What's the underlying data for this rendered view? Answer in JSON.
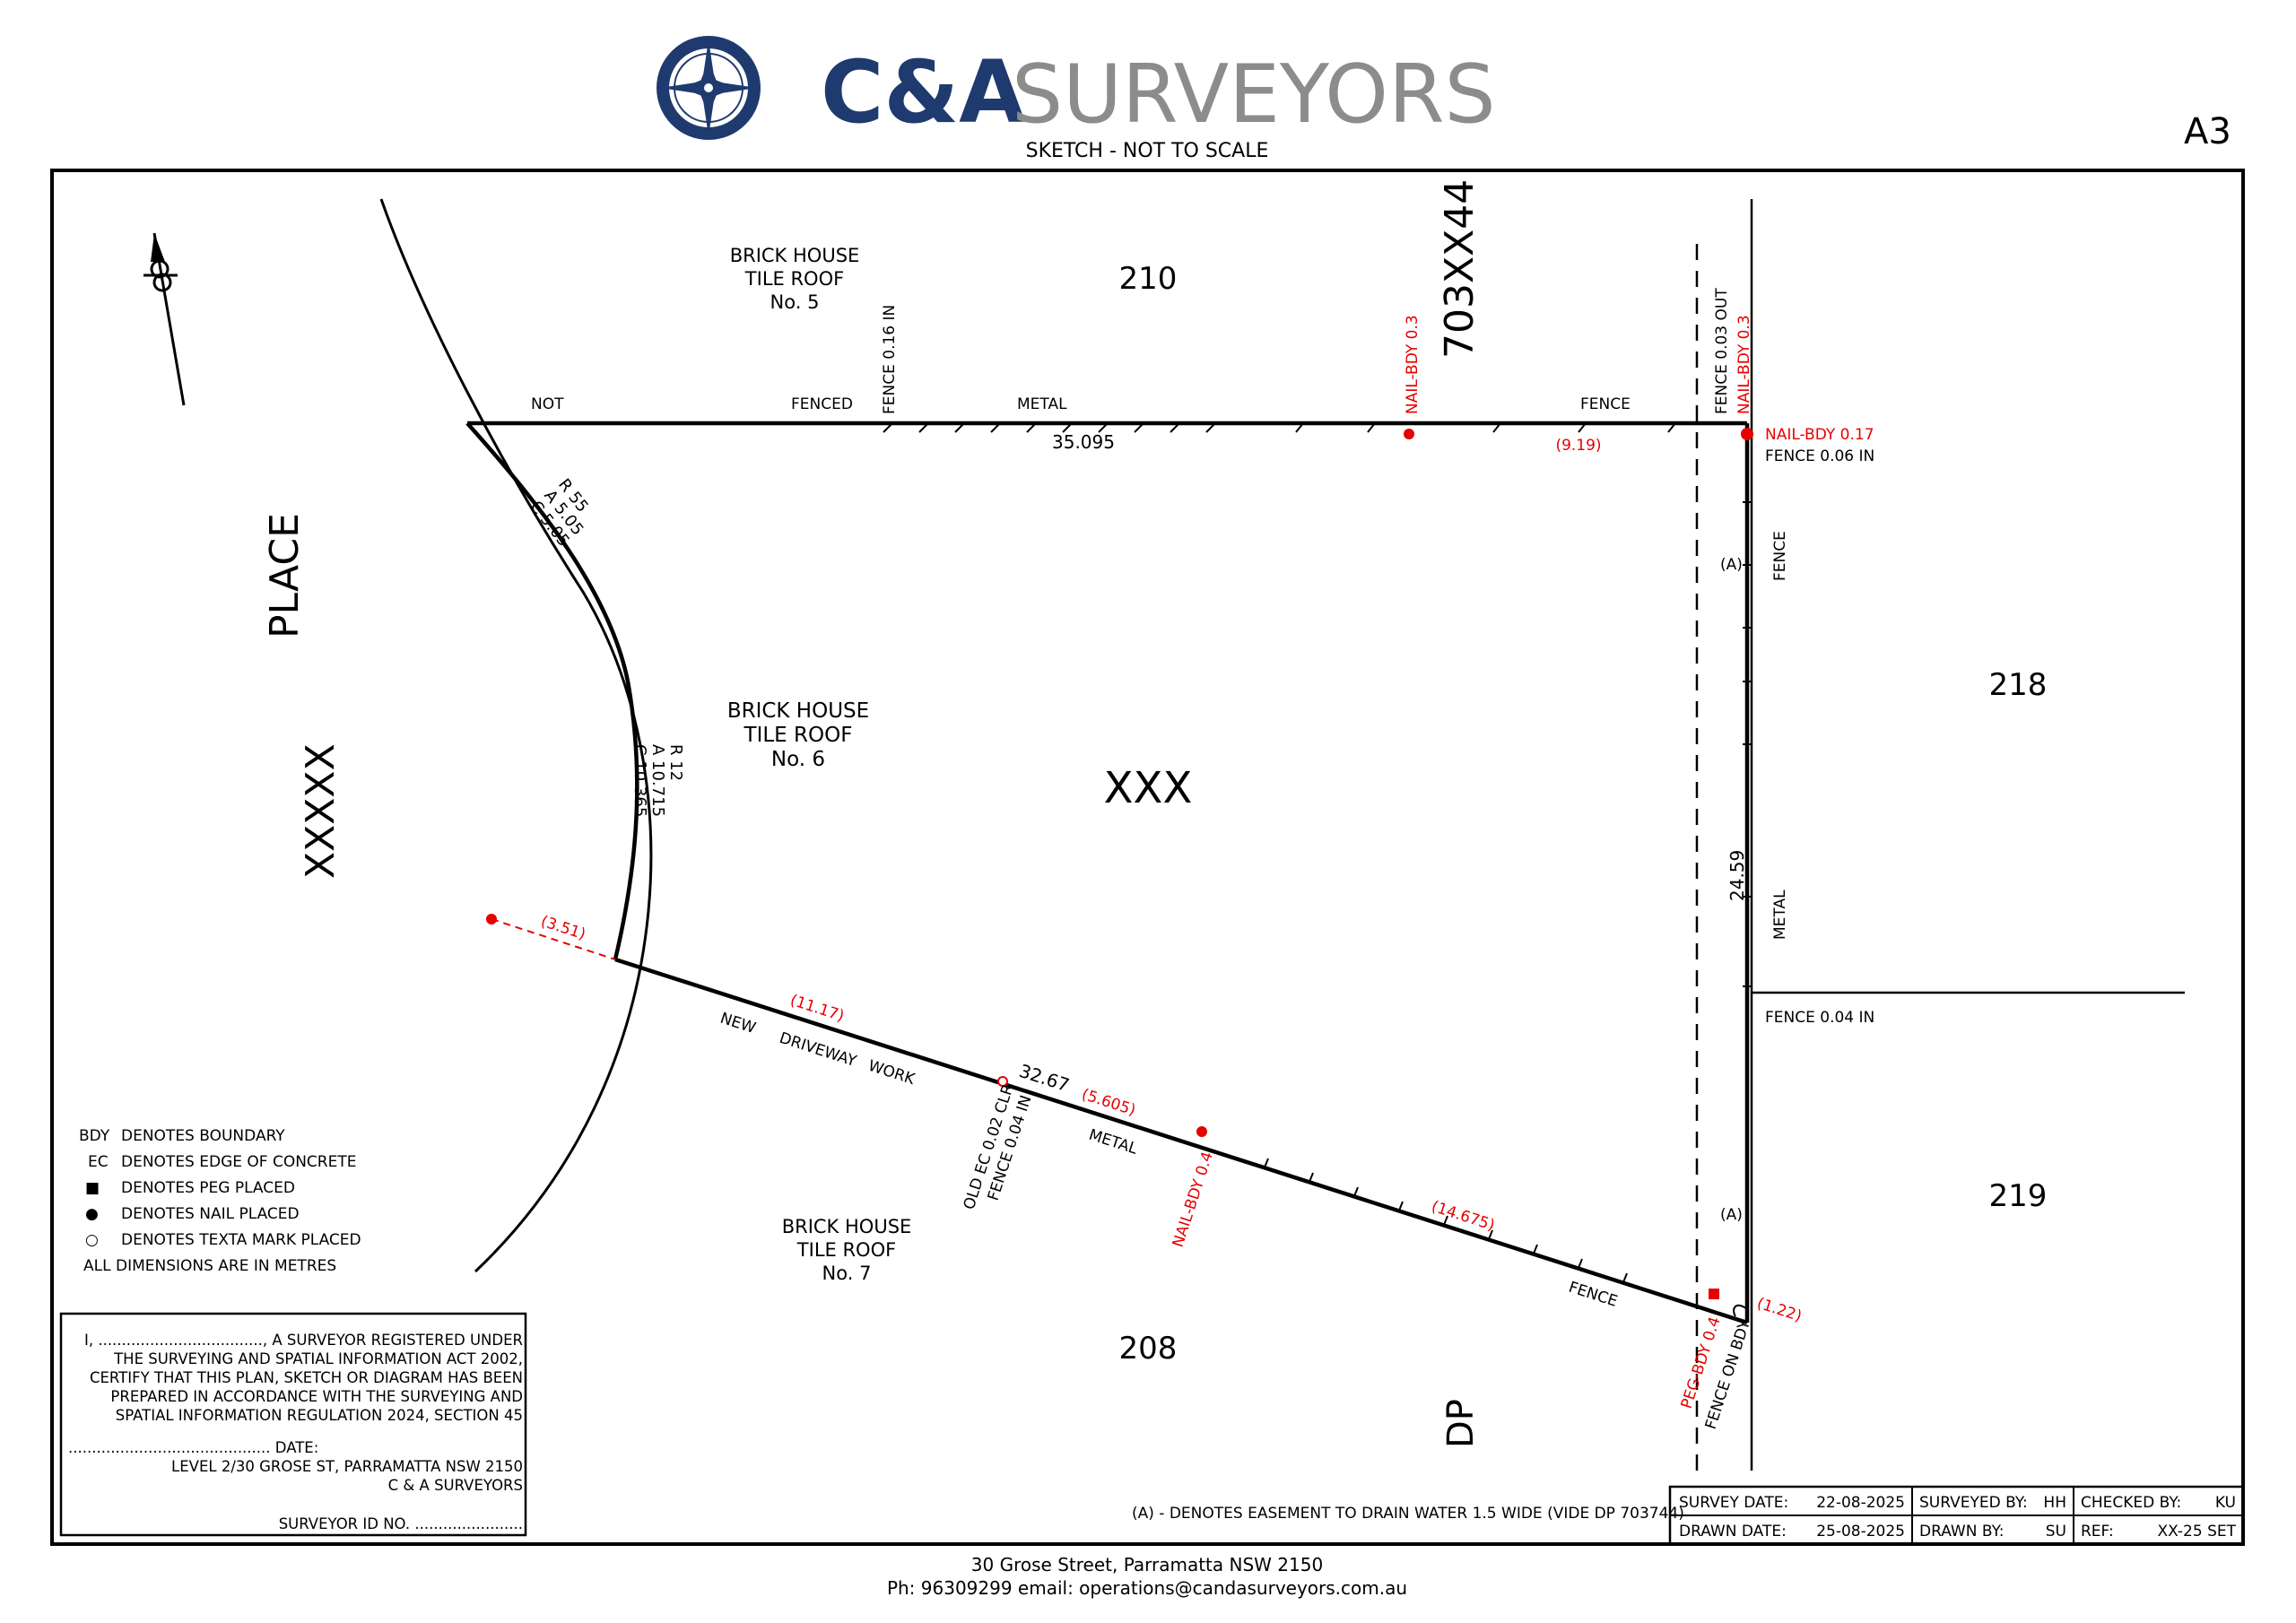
{
  "header": {
    "brand_bold": "C&A",
    "brand_light": "SURVEYORS",
    "subtitle": "SKETCH - NOT TO SCALE",
    "sheet_size": "A3"
  },
  "colors": {
    "brand_navy": "#1f3a6e",
    "brand_grey": "#8c8c8c",
    "ink": "#000000",
    "annotation_red": "#e60000"
  },
  "icons": {
    "logo": "compass-rose-logo",
    "north_arrow": "north-arrow-icon"
  },
  "plan": {
    "lots": {
      "top": "210",
      "centre": "XXX",
      "right_upper": "218",
      "right_lower": "219",
      "bottom": "208"
    },
    "dp_top": "703XX44",
    "dp_bottom": "DP",
    "street": {
      "line1": "PLACE",
      "line2": "XXXXX"
    },
    "houses": [
      {
        "lines": [
          "BRICK HOUSE",
          "TILE ROOF",
          "No. 5"
        ]
      },
      {
        "lines": [
          "BRICK HOUSE",
          "TILE ROOF",
          "No. 6"
        ]
      },
      {
        "lines": [
          "BRICK HOUSE",
          "TILE ROOF",
          "No. 7"
        ]
      }
    ],
    "top_boundary": {
      "distance": "35.095",
      "labels": [
        "NOT",
        "FENCED",
        "METAL",
        "FENCE"
      ],
      "fence_offset": "FENCE 0.16 IN",
      "nail_mid": "NAIL-BDY 0.3",
      "red_distance": "(9.19)",
      "fence_out": "FENCE 0.03 OUT",
      "nail_corner": "NAIL-BDY 0.3"
    },
    "corner_ne": {
      "nail": "NAIL-BDY 0.17",
      "fence": "FENCE 0.06 IN"
    },
    "arc_top": {
      "r": "R 55",
      "a": "A 5.05",
      "c": "C 5.05"
    },
    "arc_main": {
      "r": "R 12",
      "a": "A 10.715",
      "c": "C 10.365"
    },
    "right_boundary": {
      "distance": "24.59",
      "fence_label": "FENCE",
      "metal_label": "METAL",
      "easement_top": "(A)",
      "easement_bottom": "(A)",
      "fence_offset": "FENCE 0.04 IN"
    },
    "bottom_boundary": {
      "distance": "32.67",
      "red_tie": "(3.51)",
      "red_1": "(11.17)",
      "red_2": "(5.605)",
      "red_3": "(14.675)",
      "red_4": "(1.22)",
      "driveway": [
        "NEW",
        "DRIVEWAY",
        "WORK"
      ],
      "old_ec": "OLD EC 0.02 CLR",
      "fence_in": "FENCE 0.04 IN",
      "metal": "METAL",
      "nail": "NAIL-BDY 0.4",
      "fence": "FENCE",
      "peg": "PEG-BDY 0.4",
      "fence_on_bdy": "FENCE ON BDY"
    }
  },
  "legend": [
    {
      "key": "BDY",
      "text": "DENOTES BOUNDARY"
    },
    {
      "key": "EC",
      "text": "DENOTES EDGE OF CONCRETE"
    },
    {
      "key": "■",
      "text": "DENOTES PEG PLACED"
    },
    {
      "key": "●",
      "text": "DENOTES NAIL PLACED"
    },
    {
      "key": "○",
      "text": "DENOTES TEXTA MARK PLACED"
    }
  ],
  "legend_note": "ALL DIMENSIONS ARE IN METRES",
  "certificate": {
    "lines": [
      "I, ..................................., A SURVEYOR REGISTERED UNDER",
      "THE SURVEYING AND SPATIAL INFORMATION ACT 2002,",
      "CERTIFY THAT THIS PLAN, SKETCH OR DIAGRAM HAS BEEN",
      "PREPARED IN ACCORDANCE WITH THE SURVEYING AND",
      "SPATIAL INFORMATION REGULATION 2024, SECTION 45"
    ],
    "date_line": "........................................... DATE:",
    "address": "LEVEL 2/30 GROSE ST, PARRAMATTA NSW 2150",
    "company": "C & A SURVEYORS",
    "id_line": "SURVEYOR ID NO. ......................."
  },
  "easement_note": "(A) - DENOTES EASEMENT TO DRAIN WATER 1.5 WIDE (VIDE DP 703744)",
  "title_block": {
    "survey_date_label": "SURVEY DATE:",
    "survey_date": "22-08-2025",
    "surveyed_by_label": "SURVEYED BY:",
    "surveyed_by": "HH",
    "checked_by_label": "CHECKED BY:",
    "checked_by": "KU",
    "drawn_date_label": "DRAWN DATE:",
    "drawn_date": "25-08-2025",
    "drawn_by_label": "DRAWN BY:",
    "drawn_by": "SU",
    "ref_label": "REF:",
    "ref": "XX-25 SET"
  },
  "footer": {
    "address": "30 Grose Street, Parramatta NSW 2150",
    "contact": "Ph: 96309299  email: operations@candasurveyors.com.au"
  }
}
